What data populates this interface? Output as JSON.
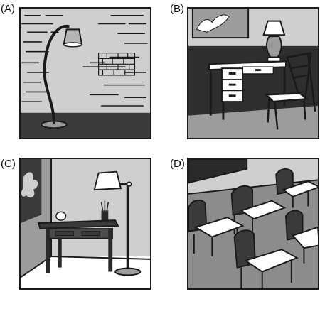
{
  "panels": [
    {
      "label": "(A)",
      "subject": "floor-lamp-brick-wall"
    },
    {
      "label": "(B)",
      "subject": "desk-with-table-lamp-and-chair"
    },
    {
      "label": "(C)",
      "subject": "small-desk-with-floor-lamp"
    },
    {
      "label": "(D)",
      "subject": "classroom-desks"
    }
  ],
  "colors": {
    "ink": "#1a1a1a",
    "wall_light": "#cfcfcf",
    "wall_mid": "#9c9c9c",
    "floor_dark": "#3a3a3a",
    "white": "#ffffff"
  }
}
